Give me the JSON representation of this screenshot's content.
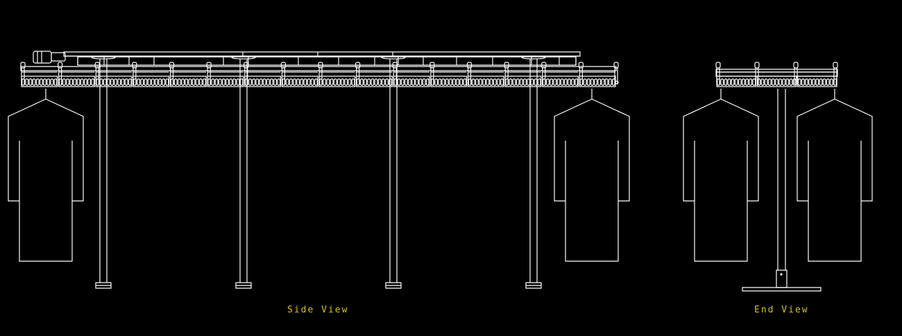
{
  "labels": {
    "side_view": "Side View",
    "end_view": "End View"
  },
  "colors": {
    "background": "#000000",
    "line": "#ffffff",
    "label": "#d4c01e"
  },
  "side_view": {
    "columns": 4,
    "carriers": 16,
    "garments": 2
  },
  "end_view": {
    "carriers": 3,
    "garments": 2
  }
}
